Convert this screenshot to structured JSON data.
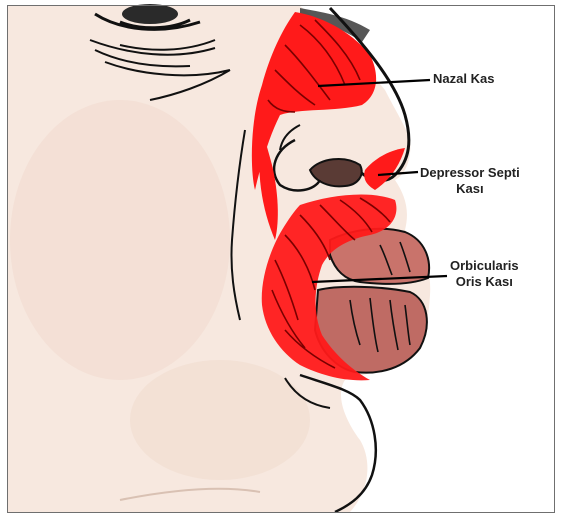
{
  "labels": {
    "nazal": "Nazal Kas",
    "depressor_line1": "Depressor Septi",
    "depressor_line2": "Kası",
    "orbicularis_line1": "Orbicularis",
    "orbicularis_line2": "Oris Kası"
  },
  "colors": {
    "skin": "#f6e6dc",
    "skin_shadow": "#ead4c6",
    "muscle": "#ff1b1b",
    "lip": "#c86f68",
    "line": "#111111"
  }
}
